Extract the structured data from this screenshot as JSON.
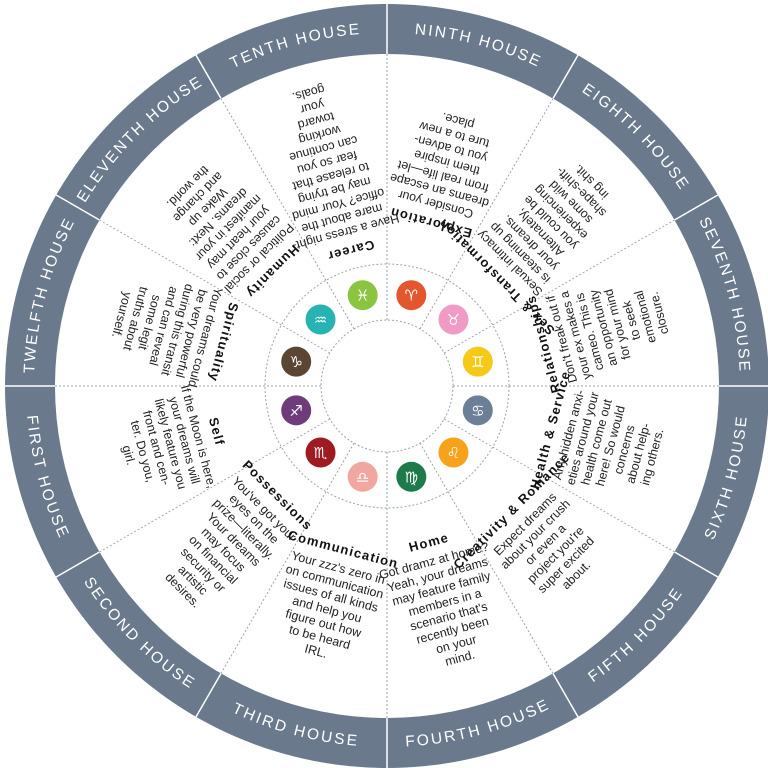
{
  "houses": [
    {
      "label": "FIRST HOUSE",
      "title": "Self",
      "text": [
        "If the Moon is here,",
        "your dreams will",
        "likely feature you",
        "front and cen-",
        "ter. Do you,",
        "girl."
      ]
    },
    {
      "label": "SECOND HOUSE",
      "title": "Possessions",
      "text": [
        "You've got your",
        "eyes on the",
        "prize—literally.",
        "Your dreams",
        "may focus",
        "on financial",
        "security or",
        "artistic",
        "desires."
      ]
    },
    {
      "label": "THIRD HOUSE",
      "title": "Communication",
      "text": [
        "Your zzz's zero in",
        "on communication",
        "issues of all kinds",
        "and help you",
        "figure out how",
        "to be heard",
        "IRL."
      ]
    },
    {
      "label": "FOURTH HOUSE",
      "title": "Home",
      "text": [
        "Got dramz at home?",
        "Yeah, your dreams",
        "may feature family",
        "members in a",
        "scenario that's",
        "recently been",
        "on your",
        "mind."
      ]
    },
    {
      "label": "FIFTH HOUSE",
      "title": "Creativity & Romance",
      "text": [
        "Expect dreams",
        "about your crush",
        "or even a",
        "project you're",
        "super excited",
        "about."
      ]
    },
    {
      "label": "SIXTH HOUSE",
      "title": "Health & Service",
      "text": [
        "Any hidden anxi-",
        "eties around your",
        "health come out",
        "here! So would",
        "concerns",
        "about help-",
        "ing others."
      ]
    },
    {
      "label": "SEVENTH HOUSE",
      "title": "Relationships",
      "text": [
        "Don't freak out if",
        "your ex makes a",
        "cameo. This is",
        "an opportunity",
        "for your mind",
        "to seek",
        "emotional",
        "closure."
      ]
    },
    {
      "label": "EIGHTH HOUSE",
      "title": "Sex & Transformation",
      "text": [
        "Sexual intimacy",
        "is steaming up",
        "your dreams.",
        "Alternately,",
        "you could be",
        "experiencing",
        "some wild",
        "shape-shift-",
        "ing shit."
      ]
    },
    {
      "label": "NINTH HOUSE",
      "title": "Exploration",
      "text": [
        "Consider your",
        "dreams an escape",
        "from real life—let",
        "them inspire",
        "you to adven-",
        "ture to a new",
        "place."
      ]
    },
    {
      "label": "TENTH HOUSE",
      "title": "Career",
      "text": [
        "Have a stress night-",
        "mare about the",
        "office? Your mind",
        "may be trying",
        "to release that",
        "fear so you",
        "can continue",
        "working",
        "toward",
        "your",
        "goals."
      ]
    },
    {
      "label": "ELEVENTH HOUSE",
      "title": "Humanity",
      "text": [
        "Political or social",
        "causes close to",
        "your heart may",
        "manifest in your",
        "dreams. Next:",
        "Wake up",
        "and change",
        "the world."
      ]
    },
    {
      "label": "TWELFTH HOUSE",
      "title": "Spirituality",
      "text": [
        "Your dreams could",
        "be very powerful",
        "during this transit",
        "and can reveal",
        "some legit",
        "truths about",
        "yourself."
      ]
    }
  ],
  "signs": [
    {
      "name": "aries-icon",
      "glyph": "♈",
      "color": "#e4572e"
    },
    {
      "name": "pisces-icon",
      "glyph": "♓",
      "color": "#8ac440"
    },
    {
      "name": "aquarius-icon",
      "glyph": "♒",
      "color": "#27b3b1"
    },
    {
      "name": "capricorn-icon",
      "glyph": "♑",
      "color": "#5a4632"
    },
    {
      "name": "sagittarius-icon",
      "glyph": "♐",
      "color": "#6e3b7b"
    },
    {
      "name": "scorpio-icon",
      "glyph": "♏",
      "color": "#9e1b22"
    },
    {
      "name": "libra-icon",
      "glyph": "♎",
      "color": "#f2a6a0"
    },
    {
      "name": "virgo-icon",
      "glyph": "♍",
      "color": "#1e7a4b"
    },
    {
      "name": "leo-icon",
      "glyph": "♌",
      "color": "#f7a21b"
    },
    {
      "name": "cancer-icon",
      "glyph": "♋",
      "color": "#6d7f96"
    },
    {
      "name": "gemini-icon",
      "glyph": "♊",
      "color": "#f4c918"
    },
    {
      "name": "taurus-icon",
      "glyph": "♉",
      "color": "#f09ac4"
    }
  ],
  "colors": {
    "ring": "#6a7a8c",
    "divider": "#9aa3ad"
  }
}
